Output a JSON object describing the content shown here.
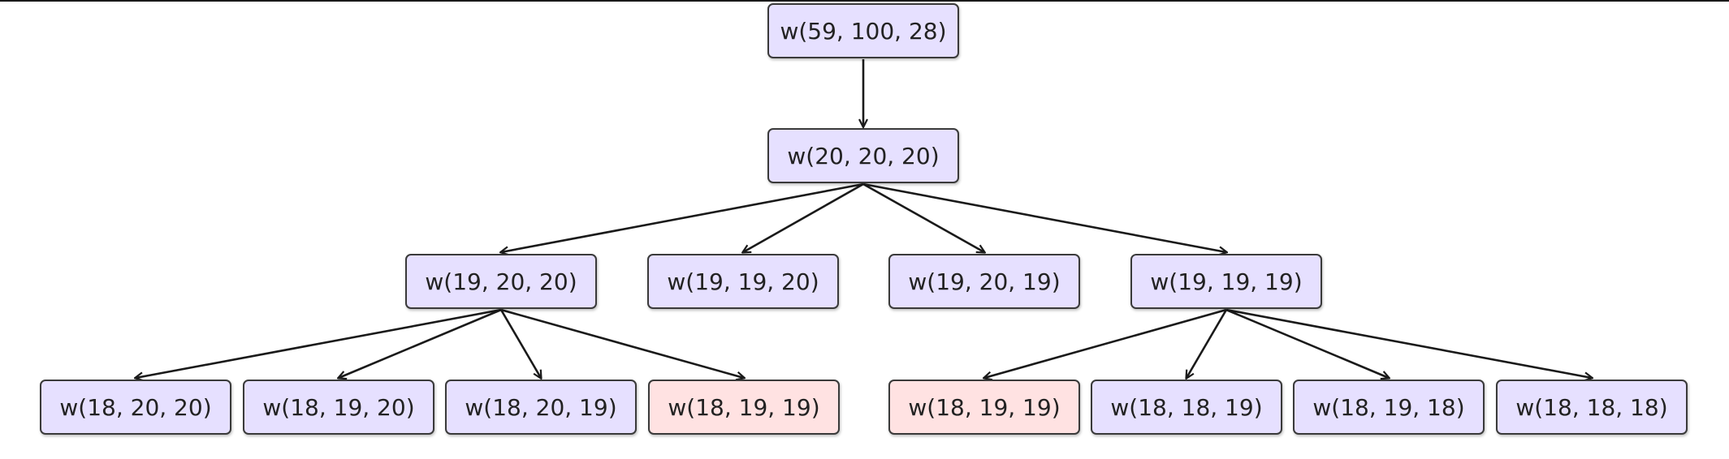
{
  "diagram": {
    "colors": {
      "node_fill": "#e6e0ff",
      "highlight_fill": "#ffe2e2",
      "border": "#3a3a3a",
      "edge": "#1a1a1a"
    },
    "nodes": [
      {
        "id": "n0",
        "label": "w(59, 100, 28)",
        "style": "default"
      },
      {
        "id": "n1",
        "label": "w(20, 20, 20)",
        "style": "default"
      },
      {
        "id": "n2a",
        "label": "w(19, 20, 20)",
        "style": "default"
      },
      {
        "id": "n2b",
        "label": "w(19, 19, 20)",
        "style": "default"
      },
      {
        "id": "n2c",
        "label": "w(19, 20, 19)",
        "style": "default"
      },
      {
        "id": "n2d",
        "label": "w(19, 19, 19)",
        "style": "default"
      },
      {
        "id": "n3a",
        "label": "w(18, 20, 20)",
        "style": "default"
      },
      {
        "id": "n3b",
        "label": "w(18, 19, 20)",
        "style": "default"
      },
      {
        "id": "n3c",
        "label": "w(18, 20, 19)",
        "style": "default"
      },
      {
        "id": "n3d",
        "label": "w(18, 19, 19)",
        "style": "highlight"
      },
      {
        "id": "n3e",
        "label": "w(18, 19, 19)",
        "style": "highlight"
      },
      {
        "id": "n3f",
        "label": "w(18, 18, 19)",
        "style": "default"
      },
      {
        "id": "n3g",
        "label": "w(18, 19, 18)",
        "style": "default"
      },
      {
        "id": "n3h",
        "label": "w(18, 18, 18)",
        "style": "default"
      }
    ],
    "edges": [
      {
        "from": "n0",
        "to": "n1"
      },
      {
        "from": "n1",
        "to": "n2a"
      },
      {
        "from": "n1",
        "to": "n2b"
      },
      {
        "from": "n1",
        "to": "n2c"
      },
      {
        "from": "n1",
        "to": "n2d"
      },
      {
        "from": "n2a",
        "to": "n3a"
      },
      {
        "from": "n2a",
        "to": "n3b"
      },
      {
        "from": "n2a",
        "to": "n3c"
      },
      {
        "from": "n2a",
        "to": "n3d"
      },
      {
        "from": "n2d",
        "to": "n3e"
      },
      {
        "from": "n2d",
        "to": "n3f"
      },
      {
        "from": "n2d",
        "to": "n3g"
      },
      {
        "from": "n2d",
        "to": "n3h"
      }
    ]
  }
}
